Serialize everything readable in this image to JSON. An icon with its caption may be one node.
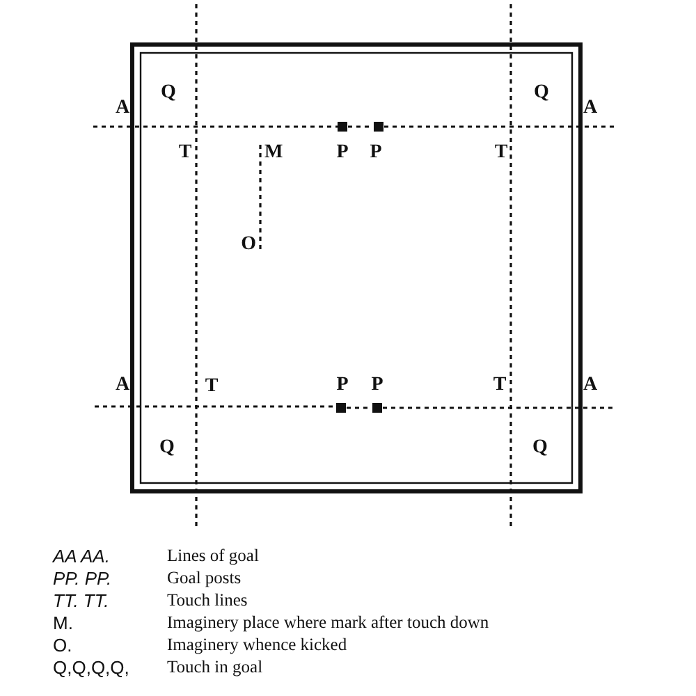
{
  "diagram": {
    "nodes": [
      {
        "text": [
          "M"
        ]
      },
      {
        "text": [
          "O"
        ]
      }
    ],
    "edges": [
      {
        "from": 0,
        "to": 1,
        "arrow": "none",
        "style": "dashed"
      }
    ],
    "labels": [
      "Q",
      "Q",
      "A",
      "A",
      "T",
      "P",
      "P",
      "T",
      "A",
      "T",
      "P",
      "P",
      "T",
      "A",
      "Q",
      "Q",
      "AA AA.",
      "Lines of goal",
      "PP. PP.",
      "Goal posts",
      "TT. TT.",
      "Touch lines",
      "M.",
      "Imaginery place where mark after touch down",
      "O.",
      "Imaginery whence kicked",
      "Q,Q,Q,Q,",
      "Touch in goal"
    ]
  }
}
